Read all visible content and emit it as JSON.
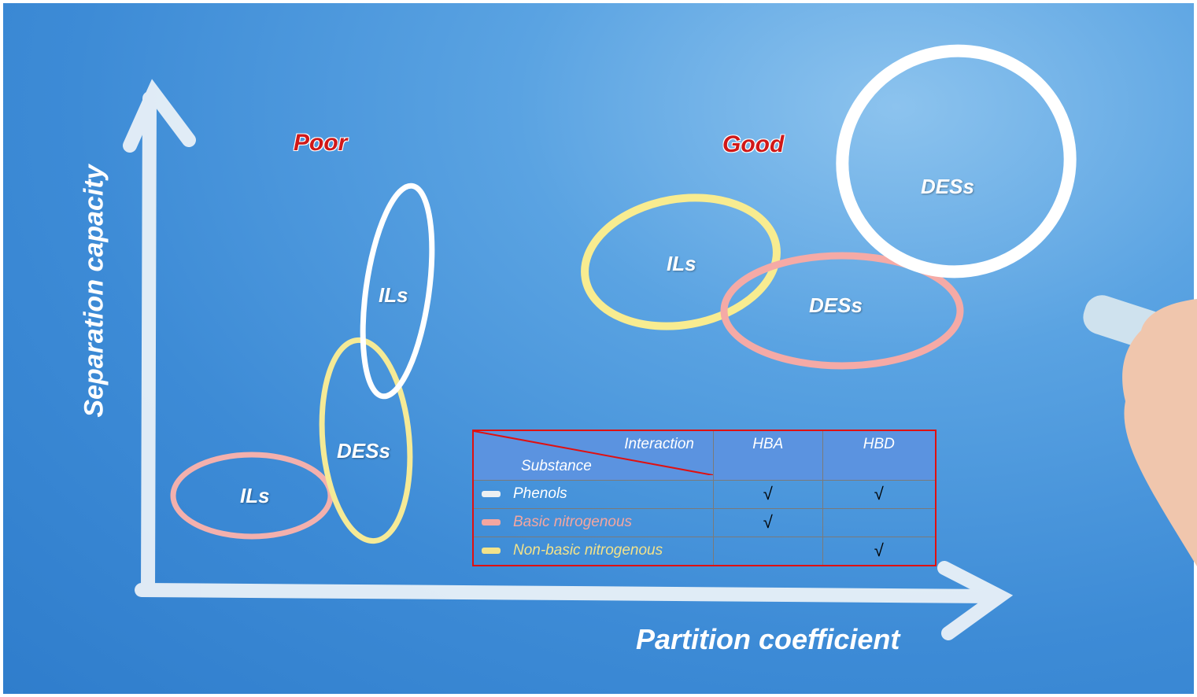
{
  "axes": {
    "y_label": "Separation capacity",
    "x_label": "Partition coefficient"
  },
  "regions": {
    "poor": "Poor",
    "good": "Good"
  },
  "ellipses": {
    "poor_ils_top": "ILs",
    "poor_deses": "DESs",
    "poor_ils_bottom": "ILs",
    "good_ils": "ILs",
    "good_deses_pink": "DESs",
    "good_deses_white": "DESs"
  },
  "colors": {
    "phenols": "#ffffff",
    "basic": "#f4a6a0",
    "nonbasic": "#f2e28a",
    "header": "#5b93e0",
    "border": "#e01010"
  },
  "table": {
    "header_interaction": "Interaction",
    "header_substance": "Substance",
    "columns": [
      "HBA",
      "HBD"
    ],
    "rows": [
      {
        "substance": "Phenols",
        "hba": "√",
        "hbd": "√"
      },
      {
        "substance": "Basic nitrogenous",
        "hba": "√",
        "hbd": ""
      },
      {
        "substance": "Non-basic nitrogenous",
        "hba": "",
        "hbd": "√"
      }
    ]
  }
}
